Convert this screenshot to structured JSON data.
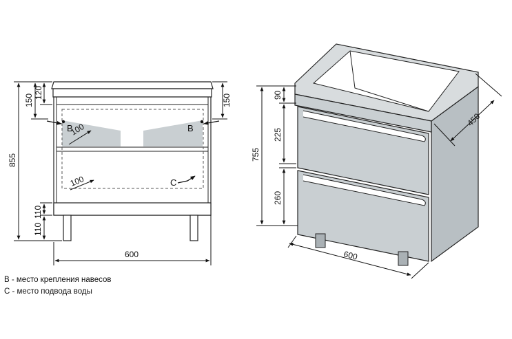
{
  "front_view": {
    "dims": {
      "total_height": "855",
      "top_150": "150",
      "top_120": "120",
      "right_150": "150",
      "bottom_110_a": "110",
      "bottom_110_b": "110",
      "width": "600",
      "diag_100_top": "100",
      "diag_100_bottom": "100"
    },
    "markers": {
      "b_left": "B",
      "b_right": "B",
      "c": "C"
    }
  },
  "iso_view": {
    "dims": {
      "total_height": "755",
      "top_90": "90",
      "drawer_225": "225",
      "drawer_260": "260",
      "depth_450": "450",
      "width_600": "600"
    }
  },
  "legend": {
    "b": "В - место крепления навесов",
    "c": "С - место подвода воды"
  },
  "colors": {
    "line": "#222222",
    "panel_fill": "#c9cfd2",
    "side_fill": "#b8bfc3",
    "dashed": "#555555"
  }
}
